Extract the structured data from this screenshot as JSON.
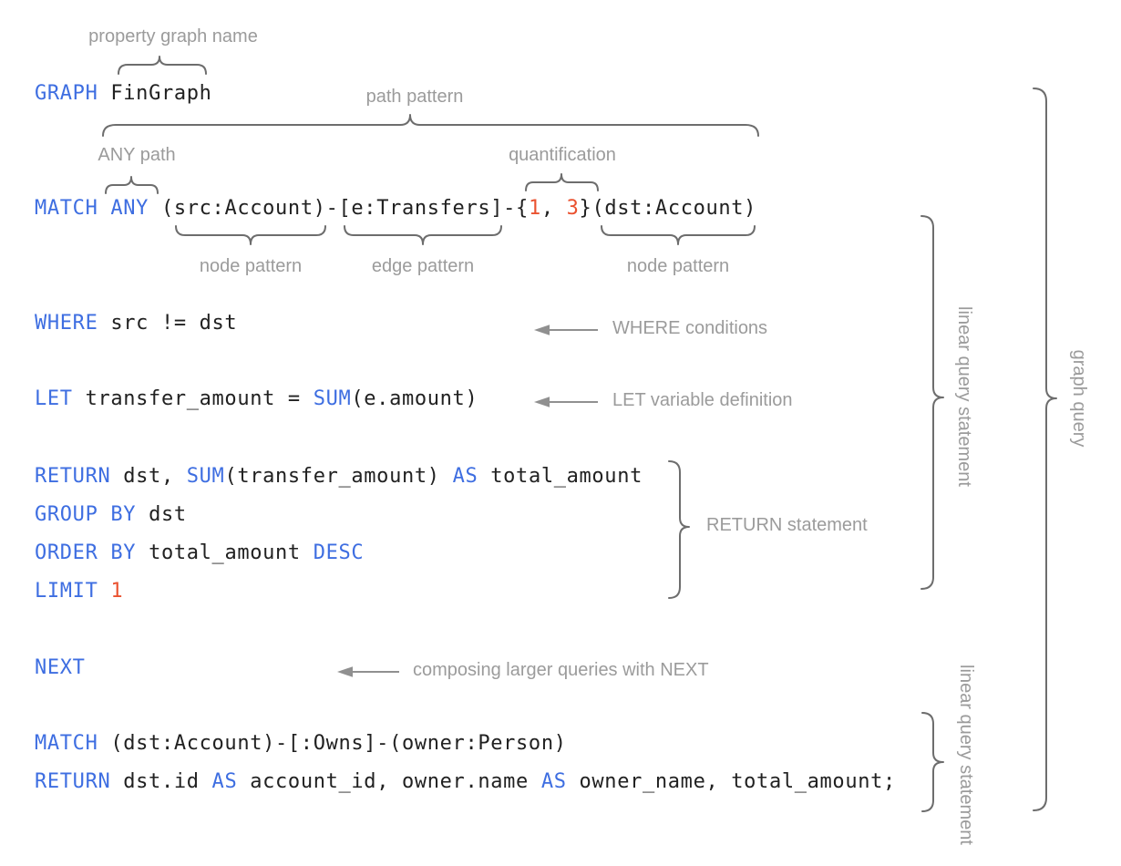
{
  "meta": {
    "title": "Annotated GQL graph query diagram"
  },
  "colors": {
    "keyword_blue": "#3e6ee1",
    "literal_red": "#ea5230",
    "code_black": "#212121",
    "annotation_gray": "#9b9b9b",
    "brace_gray": "#6d6d6d",
    "background": "#ffffff"
  },
  "code": {
    "lines": [
      {
        "name": "graph-clause",
        "tokens": [
          {
            "t": "GRAPH",
            "c": "kw"
          },
          {
            "t": " FinGraph",
            "c": "p"
          }
        ]
      },
      {
        "name": "match-any-clause",
        "tokens": [
          {
            "t": "MATCH",
            "c": "kw"
          },
          {
            "t": " ",
            "c": "p"
          },
          {
            "t": "ANY",
            "c": "kw"
          },
          {
            "t": " (src:Account)-[e:Transfers]-{",
            "c": "p"
          },
          {
            "t": "1",
            "c": "lit"
          },
          {
            "t": ", ",
            "c": "p"
          },
          {
            "t": "3",
            "c": "lit"
          },
          {
            "t": "}(dst:Account)",
            "c": "p"
          }
        ]
      },
      {
        "name": "where-clause",
        "tokens": [
          {
            "t": "WHERE",
            "c": "kw"
          },
          {
            "t": " src != dst",
            "c": "p"
          }
        ]
      },
      {
        "name": "let-clause",
        "tokens": [
          {
            "t": "LET",
            "c": "kw"
          },
          {
            "t": " transfer_amount = ",
            "c": "p"
          },
          {
            "t": "SUM",
            "c": "kw"
          },
          {
            "t": "(e.amount)",
            "c": "p"
          }
        ]
      },
      {
        "name": "return-clause",
        "tokens": [
          {
            "t": "RETURN",
            "c": "kw"
          },
          {
            "t": " dst, ",
            "c": "p"
          },
          {
            "t": "SUM",
            "c": "kw"
          },
          {
            "t": "(transfer_amount) ",
            "c": "p"
          },
          {
            "t": "AS",
            "c": "kw"
          },
          {
            "t": " total_amount",
            "c": "p"
          }
        ]
      },
      {
        "name": "group-by-clause",
        "tokens": [
          {
            "t": "GROUP BY",
            "c": "kw"
          },
          {
            "t": " dst",
            "c": "p"
          }
        ]
      },
      {
        "name": "order-by-clause",
        "tokens": [
          {
            "t": "ORDER BY",
            "c": "kw"
          },
          {
            "t": " total_amount ",
            "c": "p"
          },
          {
            "t": "DESC",
            "c": "kw"
          }
        ]
      },
      {
        "name": "limit-clause",
        "tokens": [
          {
            "t": "LIMIT",
            "c": "kw"
          },
          {
            "t": " ",
            "c": "p"
          },
          {
            "t": "1",
            "c": "lit"
          }
        ]
      },
      {
        "name": "next-clause",
        "tokens": [
          {
            "t": "NEXT",
            "c": "kw"
          }
        ]
      },
      {
        "name": "match-owns-clause",
        "tokens": [
          {
            "t": "MATCH",
            "c": "kw"
          },
          {
            "t": " (dst:Account)-[:Owns]-(owner:Person)",
            "c": "p"
          }
        ]
      },
      {
        "name": "final-return-clause",
        "tokens": [
          {
            "t": "RETURN",
            "c": "kw"
          },
          {
            "t": " dst.id ",
            "c": "p"
          },
          {
            "t": "AS",
            "c": "kw"
          },
          {
            "t": " account_id, owner.name ",
            "c": "p"
          },
          {
            "t": "AS",
            "c": "kw"
          },
          {
            "t": " owner_name, total_amount;",
            "c": "p"
          }
        ]
      }
    ]
  },
  "annotations": {
    "property_graph_name": "property graph name",
    "path_pattern": "path pattern",
    "any_path": "ANY path",
    "quantification": "quantification",
    "node_pattern_left": "node pattern",
    "edge_pattern": "edge pattern",
    "node_pattern_right": "node pattern",
    "where_conditions": "WHERE conditions",
    "let_variable_definition": "LET variable definition",
    "return_statement": "RETURN statement",
    "next_composition": "composing larger queries with NEXT",
    "linear_query_statement_1": "linear query statement",
    "linear_query_statement_2": "linear query statement",
    "graph_query": "graph query"
  }
}
